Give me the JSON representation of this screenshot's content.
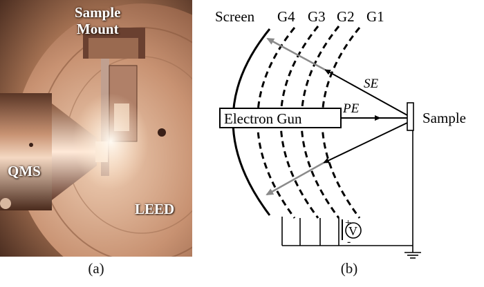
{
  "panels": {
    "a_caption": "(a)",
    "b_caption": "(b)"
  },
  "photo": {
    "label_sample_line1": "Sample",
    "label_sample_line2": "Mount",
    "label_qms": "QMS",
    "label_leed": "LEED"
  },
  "schematic": {
    "label_screen": "Screen",
    "label_g4": "G4",
    "label_g3": "G3",
    "label_g2": "G2",
    "label_g1": "G1",
    "label_se": "SE",
    "label_pe": "PE",
    "label_electron_gun": "Electron Gun",
    "label_sample": "Sample",
    "voltmeter_symbol": "V",
    "plus_sign": "+",
    "minus_sign": "-"
  },
  "colors": {
    "copper_dark": "#4a2a1c",
    "copper_mid": "#a8724f",
    "copper_light": "#e8c0a0",
    "arrow_gray": "#8a8a8a",
    "line_black": "#000000"
  }
}
